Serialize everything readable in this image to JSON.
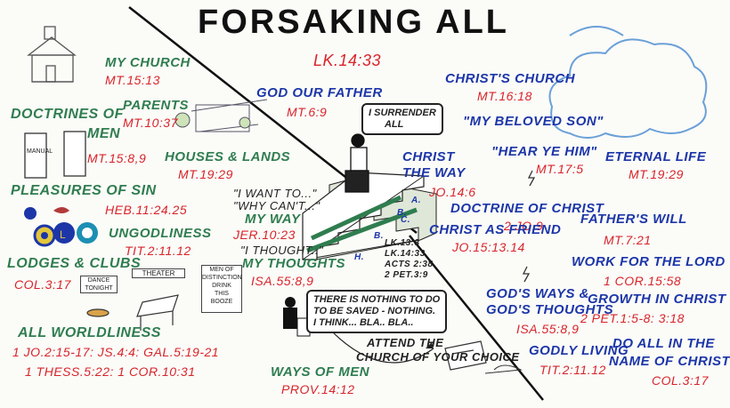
{
  "title": "FORSAKING ALL",
  "main_ref": "LK.14:33",
  "speech_surrender": [
    "I SURRENDER",
    "ALL"
  ],
  "speech_nothing": [
    "THERE IS NOTHING TO DO",
    "TO BE SAVED - NOTHING.",
    "I THINK... BLA.. BLA.."
  ],
  "attend_caption": [
    "ATTEND THE",
    "CHURCH OF YOUR CHOICE"
  ],
  "stair_refs": [
    "LK.13:3",
    "LK.14:33",
    "ACTS 2:38",
    "2 PET.3:9"
  ],
  "stair_letters": [
    "A.",
    "B.",
    "C.",
    "B.",
    "H."
  ],
  "signs": {
    "dance": [
      "DANCE",
      "TONIGHT"
    ],
    "theater": "THEATER",
    "booze": [
      "MEN OF",
      "DISTINCTION",
      "DRINK",
      "THIS",
      "BOOZE"
    ],
    "manual": "MANUAL"
  },
  "left_items": {
    "my_church": "MY CHURCH",
    "my_church_ref": "MT.15:13",
    "parents": "PARENTS",
    "parents_ref": "MT.10:37",
    "doctrines": "DOCTRINES OF",
    "doctrines2": "MEN",
    "doctrines_ref": "MT.15:8,9",
    "houses": "HOUSES & LANDS",
    "houses_ref": "MT.19:29",
    "pleasures": "PLEASURES OF SIN",
    "pleasures_ref": "HEB.11:24.25",
    "ungodliness": "UNGODLINESS",
    "ungodliness_ref": "TIT.2:11.12",
    "lodges": "LODGES & CLUBS",
    "lodges_ref": "COL.3:17",
    "worldliness": "ALL WORLDLINESS",
    "worldliness_ref1": "1 JO.2:15-17: JS.4:4: GAL.5:19-21",
    "worldliness_ref2": "1 THESS.5:22: 1 COR.10:31",
    "want": "\"I WANT TO...\"",
    "why": "\"WHY CAN'T...\"",
    "my_way": "MY WAY",
    "my_way_ref": "JER.10:23",
    "thought": "\"I THOUGHT..\"",
    "my_thoughts": "MY THOUGHTS",
    "my_thoughts_ref": "ISA.55:8,9",
    "ways_of_men": "WAYS OF MEN",
    "ways_ref": "PROV.14:12"
  },
  "right_items": {
    "god_father": "GOD OUR FATHER",
    "god_father_ref": "MT.6:9",
    "christs_church": "CHRIST'S CHURCH",
    "christs_church_ref": "MT.16:18",
    "beloved": "\"MY BELOVED SON\"",
    "hear": "\"HEAR YE HIM\"",
    "hear_ref": "MT.17:5",
    "christ_way1": "CHRIST",
    "christ_way2": "THE WAY",
    "christ_way_ref": "JO.14:6",
    "eternal": "ETERNAL LIFE",
    "eternal_ref": "MT.19:29",
    "doctrine_christ": "DOCTRINE OF CHRIST",
    "doctrine_christ_ref": "2 JO.9",
    "friend": "CHRIST AS FRIEND",
    "friend_ref": "JO.15:13.14",
    "fathers_will": "FATHER'S WILL",
    "fathers_will_ref": "MT.7:21",
    "work": "WORK FOR THE LORD",
    "work_ref": "1 COR.15:58",
    "gods_ways1": "GOD'S WAYS &",
    "gods_ways2": "GOD'S THOUGHTS",
    "gods_ways_ref": "ISA.55:8,9",
    "growth": "GROWTH IN CHRIST",
    "growth_ref": "2 PET.1:5-8: 3:18",
    "godly": "GODLY LIVING",
    "godly_ref": "TIT.2:11.12",
    "do_all1": "DO ALL IN THE",
    "do_all2": "NAME OF CHRIST",
    "do_all_ref": "COL.3:17"
  }
}
